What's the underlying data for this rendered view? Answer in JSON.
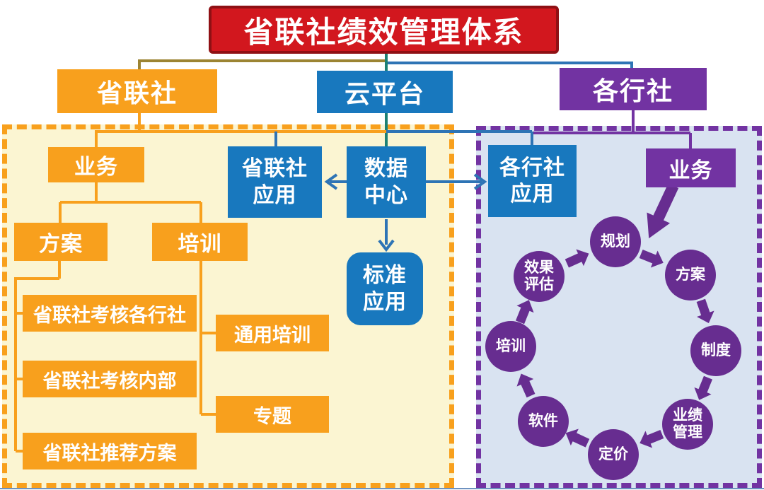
{
  "title": "省联社绩效管理体系",
  "headers": {
    "provincial": "省联社",
    "cloud": "云平台",
    "banks": "各行社"
  },
  "left_panel": {
    "business": "业务",
    "plan": "方案",
    "training": "培训",
    "plan_children": [
      "省联社考核各行社",
      "省联社考核内部",
      "省联社推荐方案"
    ],
    "training_children": [
      "通用培训",
      "专题"
    ]
  },
  "cloud_layer": {
    "provincial_app": "省联社应用",
    "data_center": "数据中心",
    "standard_app": "标准应用",
    "banks_app": "各行社应用"
  },
  "right_panel": {
    "business": "业务",
    "cycle": [
      "规划",
      "方案",
      "制度",
      "业绩管理",
      "定价",
      "软件",
      "培训",
      "效果评估"
    ]
  },
  "colors": {
    "title_red": "#D2171E",
    "title_red_border": "#8F1014",
    "orange": "#F8A01D",
    "left_panel_bg": "#FBF5D2",
    "blue_box": "#1878BE",
    "blue_line": "#2E74B5",
    "teal_line": "#1D8174",
    "olive_line": "#9C8433",
    "purple": "#7233A2",
    "cycle_purple": "#672D90",
    "right_panel_bg": "#D9E3F1"
  }
}
